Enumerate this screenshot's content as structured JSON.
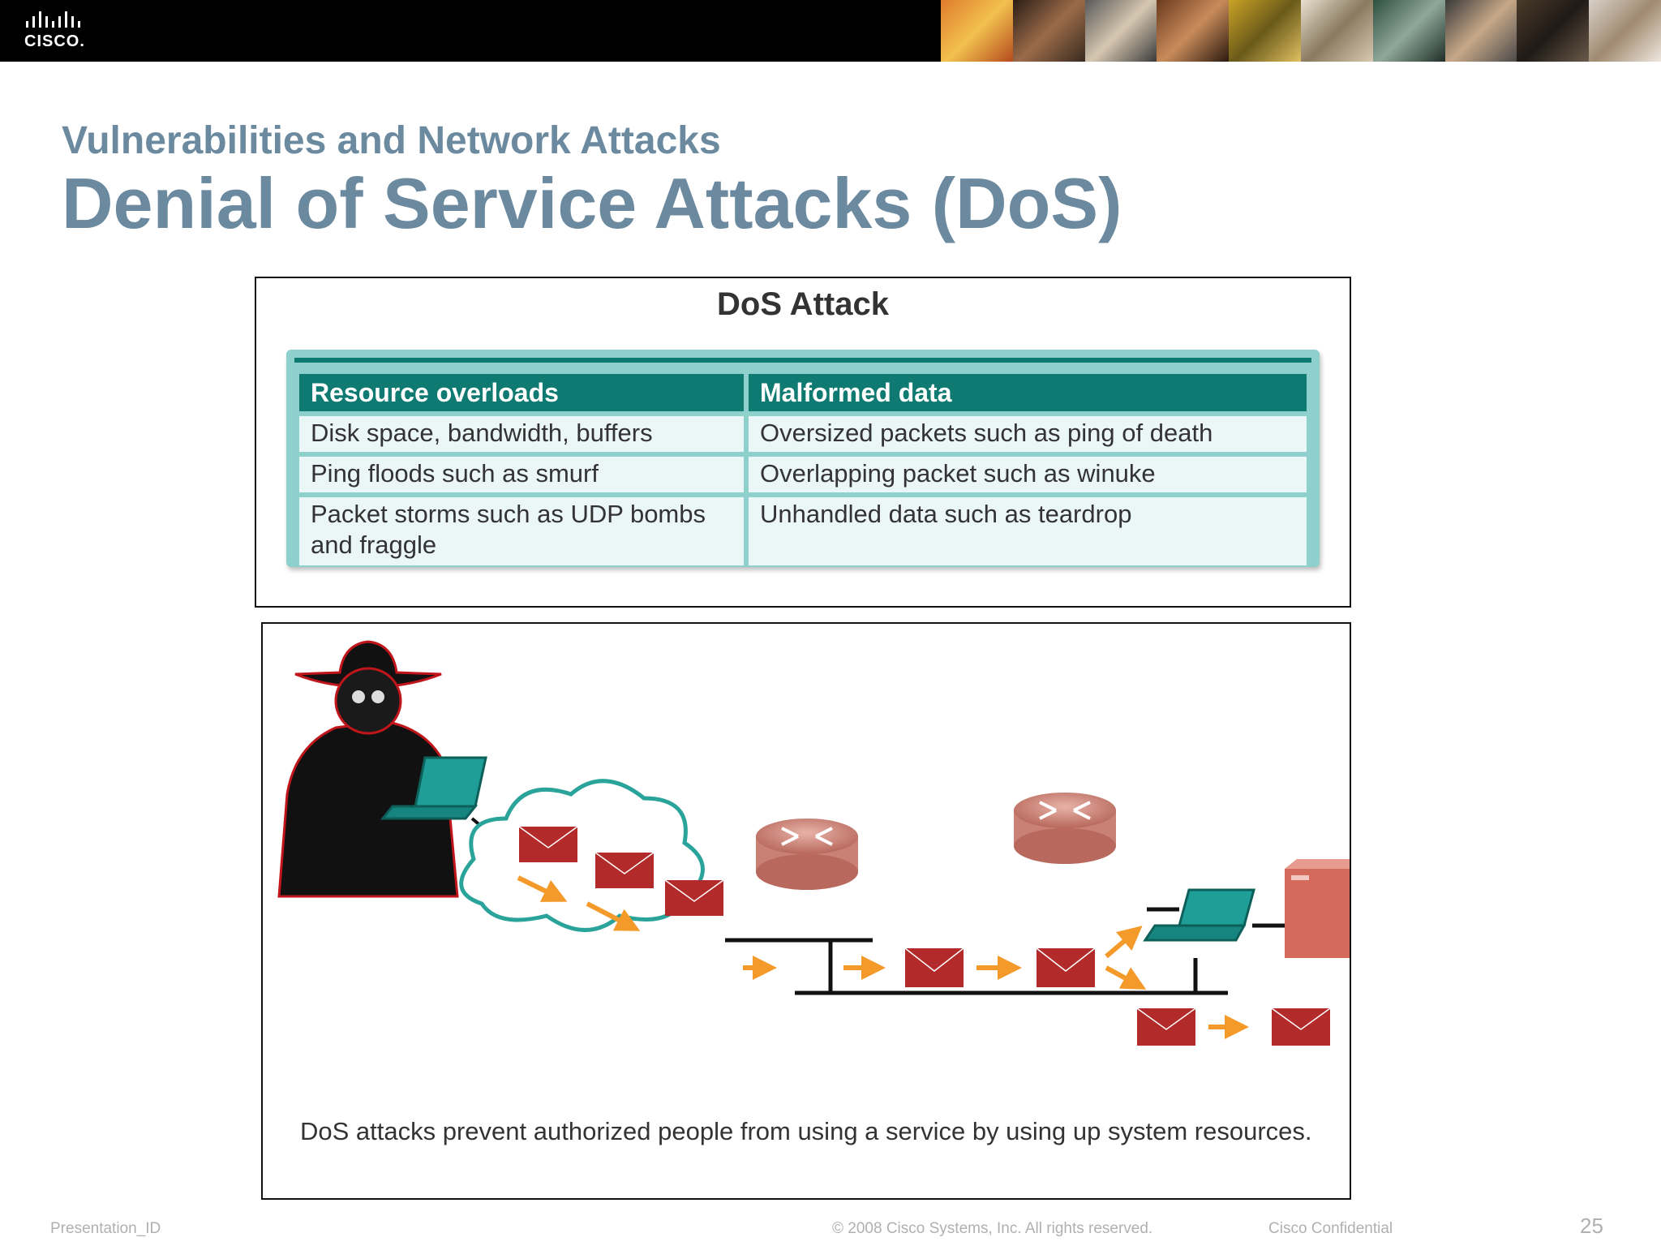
{
  "header": {
    "logo_text": "CISCO."
  },
  "slide": {
    "subtitle": "Vulnerabilities and Network Attacks",
    "title": "Denial of Service Attacks (DoS)"
  },
  "dos_panel": {
    "title": "DoS Attack",
    "columns": [
      "Resource overloads",
      "Malformed data"
    ],
    "rows": [
      [
        "Disk space, bandwidth, buffers",
        "Oversized packets such as ping of death"
      ],
      [
        "Ping floods such as smurf",
        "Overlapping packet such as winuke"
      ],
      [
        "Packet storms such as UDP bombs and fraggle",
        "Unhandled data such as teardrop"
      ]
    ]
  },
  "diagram": {
    "caption": "DoS attacks prevent authorized people from using a service by using up system resources.",
    "colors": {
      "accent": "#f39a2b",
      "envelope": "#b32a2a",
      "device": "#1f9e97",
      "router": "#c98075",
      "cloud": "#2aa39a"
    }
  },
  "footer": {
    "presentation_id": "Presentation_ID",
    "copyright": "© 2008 Cisco Systems, Inc. All rights reserved.",
    "confidential": "Cisco Confidential",
    "page_number": "25"
  }
}
